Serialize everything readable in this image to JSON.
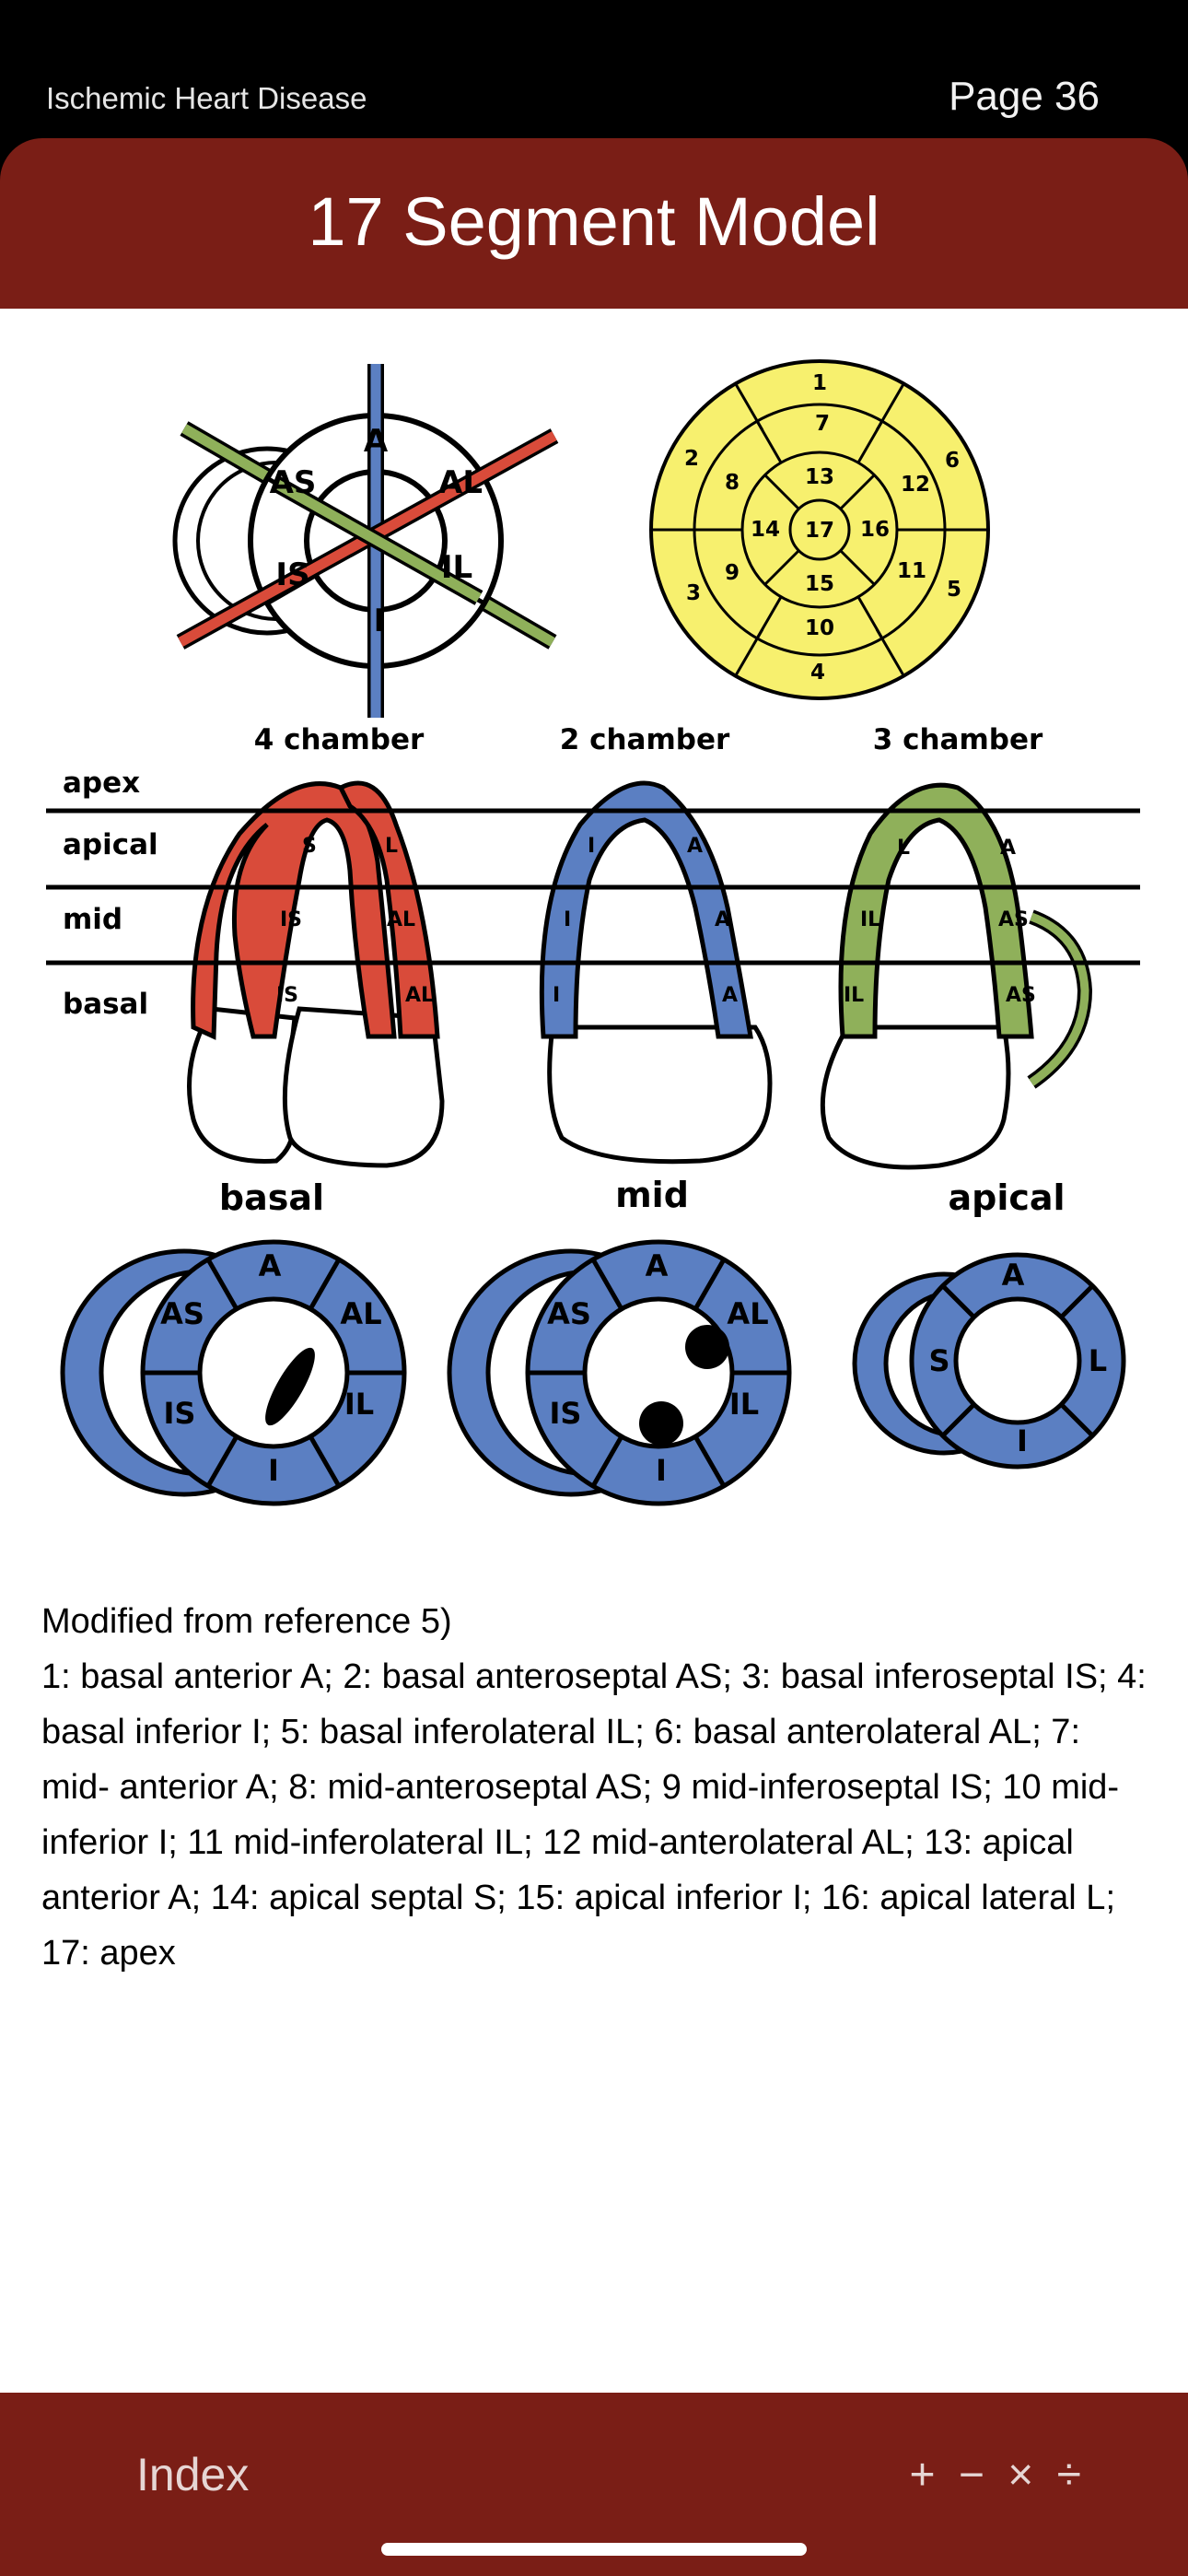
{
  "header": {
    "book_title": "Ischemic Heart Disease",
    "page_label": "Page 36"
  },
  "title_bar": {
    "title": "17 Segment Model"
  },
  "figure": {
    "bullseye": {
      "numbers": [
        "1",
        "2",
        "3",
        "4",
        "5",
        "6",
        "7",
        "8",
        "9",
        "10",
        "11",
        "12",
        "13",
        "14",
        "15",
        "16",
        "17"
      ],
      "fill_color": "#f7f06e"
    },
    "axis_ring": {
      "labels": [
        "A",
        "AS",
        "AL",
        "IS",
        "IL",
        "I"
      ]
    },
    "chamber_labels": [
      "4 chamber",
      "2 chamber",
      "3 chamber"
    ],
    "level_labels": [
      "apex",
      "apical",
      "mid",
      "basal"
    ],
    "four_chamber_labels": [
      "S",
      "L",
      "IS",
      "AL",
      "IS",
      "AL"
    ],
    "two_chamber_labels": [
      "I",
      "A",
      "I",
      "A",
      "I",
      "A"
    ],
    "three_chamber_labels": [
      "L",
      "A",
      "IL",
      "AS",
      "IL",
      "AS"
    ],
    "short_axis_titles": [
      "basal",
      "mid",
      "apical"
    ],
    "basal_ring_labels": [
      "A",
      "AS",
      "AL",
      "IS",
      "IL",
      "I"
    ],
    "mid_ring_labels": [
      "A",
      "AS",
      "AL",
      "IS",
      "IL",
      "I"
    ],
    "apical_ring_labels": [
      "A",
      "S",
      "L",
      "I"
    ],
    "colors": {
      "red": "#d94b3a",
      "blue": "#5b7fc2",
      "green": "#8fb05a",
      "yellow": "#f7f06e"
    }
  },
  "caption": {
    "source": "Modified from reference 5)",
    "body": "1: basal anterior A; 2: basal anteroseptal AS; 3: basal inferoseptal IS; 4: basal inferior I; 5: basal inferolateral IL; 6: basal anterolateral AL; 7: mid- anterior A; 8: mid-anteroseptal AS; 9 mid-inferoseptal IS; 10 mid-inferior I; 11 mid-inferolateral IL; 12 mid-anterolateral AL; 13: apical anterior A; 14: apical septal S; 15: apical inferior I; 16: apical lateral L; 17: apex"
  },
  "bottom_bar": {
    "index_label": "Index",
    "calc_label": "+ − × ÷"
  }
}
